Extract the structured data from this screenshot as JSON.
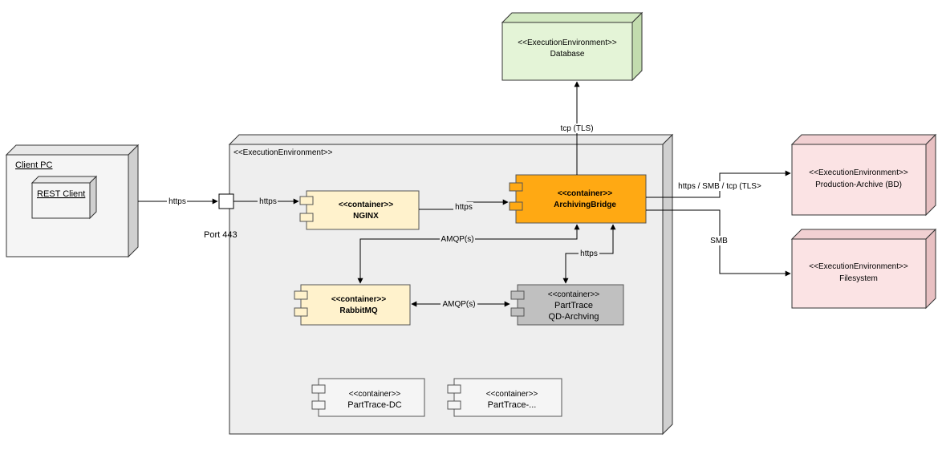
{
  "nodes": {
    "client_pc": {
      "label": "Client PC"
    },
    "rest_client": {
      "label": "REST Client"
    },
    "port": {
      "label": "Port 443"
    },
    "server_env": {
      "label": "<<ExecutionEnvironment>>"
    },
    "nginx": {
      "stereotype": "<<container>>",
      "name": "NGINX"
    },
    "archiving_bridge": {
      "stereotype": "<<container>>",
      "name": "ArchivingBridge"
    },
    "rabbitmq": {
      "stereotype": "<<container>>",
      "name": "RabbitMQ"
    },
    "parttrace_qd": {
      "stereotype": "<<container>>",
      "name": "PartTrace",
      "name2": "QD-Archving"
    },
    "parttrace_dc": {
      "stereotype": "<<container>>",
      "name": "PartTrace-DC"
    },
    "parttrace_more": {
      "stereotype": "<<container>>",
      "name": "PartTrace-..."
    },
    "database": {
      "stereotype": "<<ExecutionEnvironment>>",
      "name": "Database"
    },
    "production_archive": {
      "stereotype": "<<ExecutionEnvironment>>",
      "name": "Production-Archive (BD)"
    },
    "filesystem": {
      "stereotype": "<<ExecutionEnvironment>>",
      "name": "Filesystem"
    }
  },
  "edges": {
    "client_to_port": "https",
    "port_to_nginx": "https",
    "nginx_to_bridge": "https",
    "bridge_to_database": "tcp (TLS)",
    "bridge_to_archive": "https / SMB / tcp (TLS>",
    "bridge_to_filesystem": "SMB",
    "bridge_rabbit": "AMQP(s)",
    "bridge_parttrace": "https",
    "rabbit_parttrace": "AMQP(s)"
  },
  "colors": {
    "container_cream": "#fff2cc",
    "container_orange": "#ffa913",
    "container_gray": "#c0c0c0",
    "container_light": "#f5f5f5",
    "env_green": "#e4f4d7",
    "env_red": "#fbe3e4",
    "env_gray": "#eeeeee"
  }
}
